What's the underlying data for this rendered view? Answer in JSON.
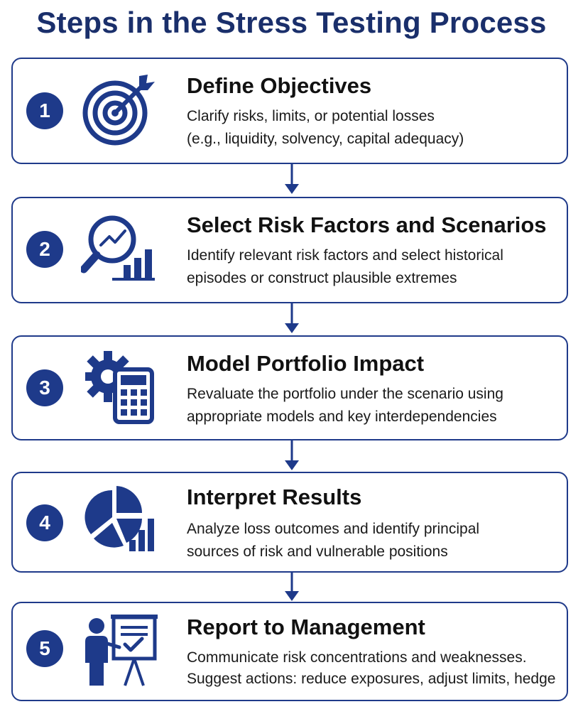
{
  "title": "Steps in the Stress Testing Process",
  "colors": {
    "primary": "#1e3a8a",
    "title": "#1a2f6b",
    "text": "#111111"
  },
  "steps": [
    {
      "number": "1",
      "icon": "target-icon",
      "heading": "Define Objectives",
      "line1": "Clarify risks, limits, or potential losses",
      "line2": "(e.g., liquidity, solvency, capital adequacy)"
    },
    {
      "number": "2",
      "icon": "magnifier-chart-icon",
      "heading": "Select Risk Factors and Scenarios",
      "line1": "Identify relevant risk factors and select historical",
      "line2": "episodes or construct plausible extremes"
    },
    {
      "number": "3",
      "icon": "gear-calculator-icon",
      "heading": "Model Portfolio Impact",
      "line1": "Revaluate the portfolio under the scenario using",
      "line2": "appropriate models and key interdependencies"
    },
    {
      "number": "4",
      "icon": "pie-bar-chart-icon",
      "heading": "Interpret Results",
      "line1": "Analyze loss outcomes and identify principal",
      "line2": "sources of risk and vulnerable positions"
    },
    {
      "number": "5",
      "icon": "presenter-board-icon",
      "heading": "Report to Management",
      "line1": "Communicate risk concentrations and weaknesses.",
      "line2": "Suggest actions: reduce exposures, adjust limits, hedge"
    }
  ]
}
